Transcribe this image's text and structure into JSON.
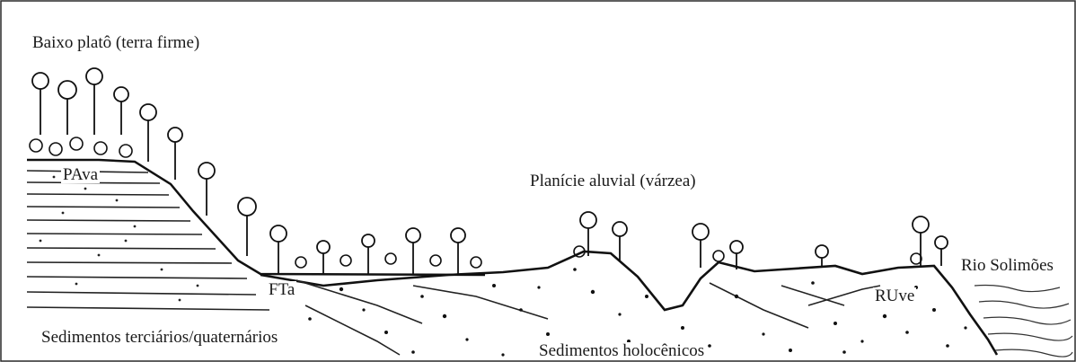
{
  "diagram": {
    "labels": {
      "plateau": "Baixo platô (terra firme)",
      "floodplain": "Planície aluvial (várzea)",
      "river": "Rio Solimões",
      "soil_pava": "PAva",
      "soil_fta": "FTa",
      "soil_ruve": "RUve",
      "sediments_old": "Sedimentos terciários/quaternários",
      "sediments_new": "Sedimentos holocênicos"
    }
  }
}
